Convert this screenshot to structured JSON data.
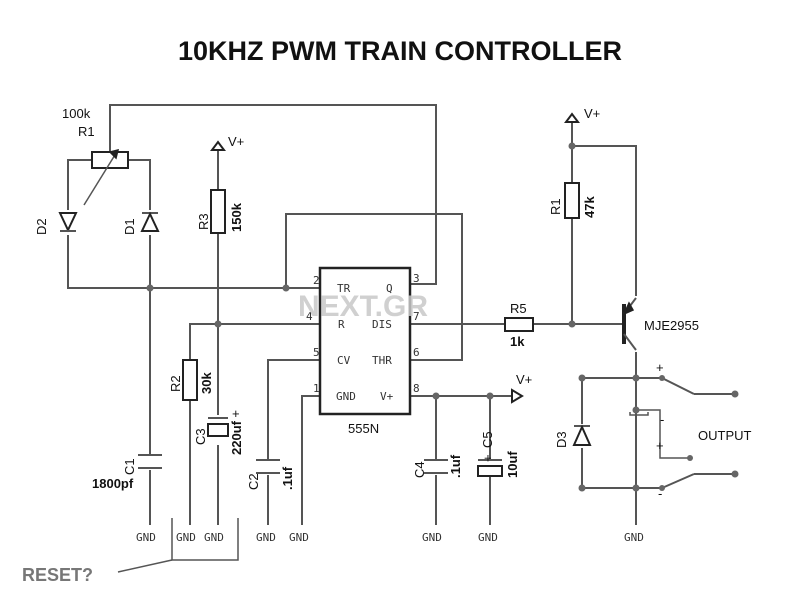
{
  "title": "10KHZ PWM TRAIN CONTROLLER",
  "watermark": "NEXT.GR",
  "ic": {
    "name": "555N",
    "pins": {
      "tr": "TR",
      "q": "Q",
      "r": "R",
      "dis": "DIS",
      "cv": "CV",
      "thr": "THR",
      "gnd": "GND",
      "vplus": "V+"
    },
    "pin_numbers": {
      "p2": "2",
      "p3": "3",
      "p4": "4",
      "p7": "7",
      "p5": "5",
      "p6": "6",
      "p1": "1",
      "p8": "8"
    }
  },
  "components": {
    "r1_pot": {
      "ref": "R1",
      "value": "100k"
    },
    "d1": {
      "ref": "D1"
    },
    "d2": {
      "ref": "D2"
    },
    "r3": {
      "ref": "R3",
      "value": "150k"
    },
    "r2": {
      "ref": "R2",
      "value": "30k"
    },
    "c1": {
      "ref": "C1",
      "value": "1800pf"
    },
    "c3": {
      "ref": "C3",
      "value": "220uf",
      "polarity": "+"
    },
    "c2": {
      "ref": "C2",
      "value": ".1uf"
    },
    "c4": {
      "ref": "C4",
      "value": ".1uf"
    },
    "c5": {
      "ref": "C5",
      "value": "10uf",
      "polarity": "+"
    },
    "r5": {
      "ref": "R5",
      "value": "1k"
    },
    "r4": {
      "ref": "R1",
      "value": "47k"
    },
    "q1": {
      "value": "MJE2955"
    },
    "d3": {
      "ref": "D3"
    }
  },
  "supply": {
    "vplus": "V+"
  },
  "ground": "GND",
  "output": {
    "label": "OUTPUT",
    "plus": "+",
    "minus": "-"
  },
  "reset_label": "RESET?"
}
